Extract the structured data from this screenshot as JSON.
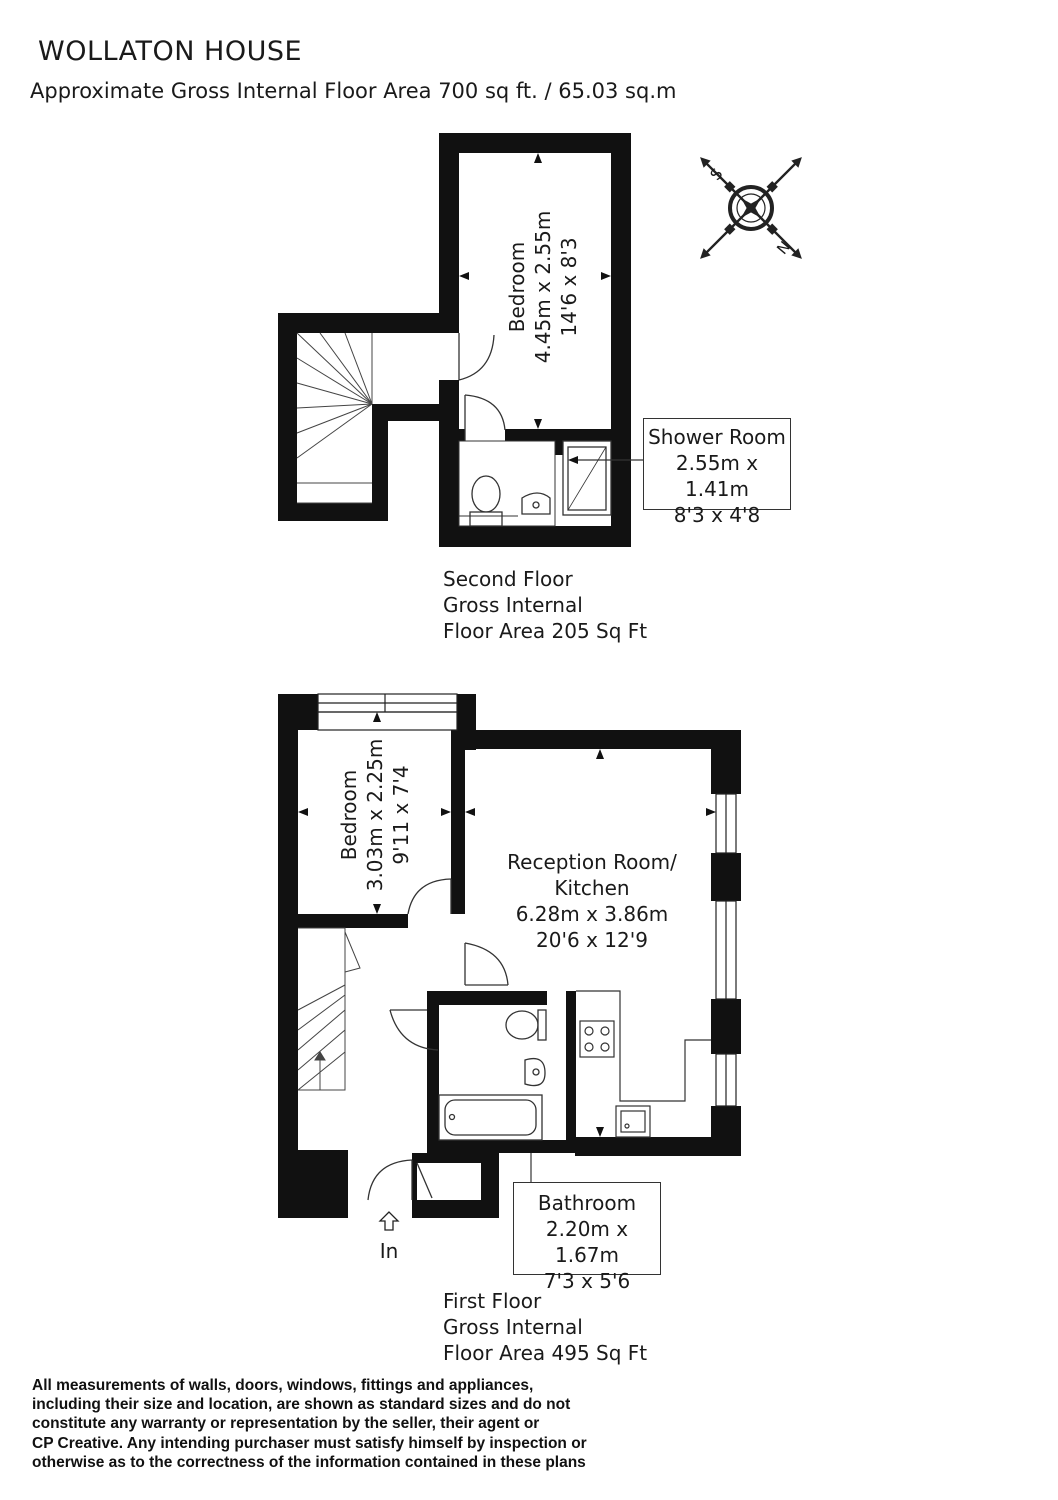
{
  "header": {
    "title": "WOLLATON HOUSE",
    "area": "Approximate Gross Internal Floor Area  700 sq ft. / 65.03 sq.m"
  },
  "compass": {
    "labels": [
      "S",
      "N"
    ]
  },
  "second_floor": {
    "caption": [
      "Second Floor",
      "Gross Internal",
      "Floor Area 205 Sq Ft"
    ],
    "bedroom": {
      "name": "Bedroom",
      "metric": "4.45m x 2.55m",
      "imperial": "14'6 x 8'3"
    },
    "shower_room": {
      "name": "Shower Room",
      "metric": "2.55m x 1.41m",
      "imperial": "8'3 x 4'8"
    }
  },
  "first_floor": {
    "caption": [
      "First Floor",
      "Gross Internal",
      "Floor Area 495 Sq Ft"
    ],
    "bedroom": {
      "name": "Bedroom",
      "metric": "3.03m x 2.25m",
      "imperial": "9'11 x 7'4"
    },
    "reception": {
      "name_line1": "Reception Room/",
      "name_line2": "Kitchen",
      "metric": "6.28m x 3.86m",
      "imperial": "20'6 x 12'9"
    },
    "bathroom": {
      "name": "Bathroom",
      "metric": "2.20m x 1.67m",
      "imperial": "7'3 x 5'6"
    },
    "entrance": "In"
  },
  "disclaimer": [
    "All measurements of walls, doors, windows, fittings and appliances,",
    "including their size and location, are shown as standard sizes and do not",
    "constitute any warranty or representation by the seller, their agent or",
    "CP Creative. Any intending purchaser must satisfy himself by inspection or",
    "otherwise as to the correctness of the information contained in these plans"
  ]
}
